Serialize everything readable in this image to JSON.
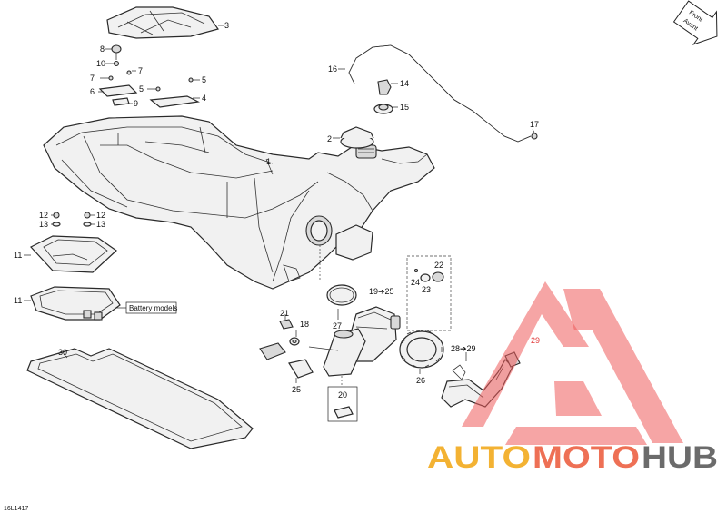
{
  "diagram_id": "16L1417",
  "direction_label": {
    "line1": "Front",
    "line2": "Avant"
  },
  "battery_label": "Battery models",
  "watermark": {
    "part1": "AUTO",
    "part2": "MOTO",
    "part3": "HUB",
    "color1": "#f3b233",
    "color2": "#ee7055",
    "color3": "#6b6b6b"
  },
  "callouts": {
    "c1": "1",
    "c2": "2",
    "c3": "3",
    "c4": "4",
    "c5a": "5",
    "c5b": "5",
    "c6": "6",
    "c7a": "7",
    "c7b": "7",
    "c8": "8",
    "c9": "9",
    "c10": "10",
    "c11a": "11",
    "c11b": "11",
    "c12a": "12",
    "c12b": "12",
    "c13a": "13",
    "c13b": "13",
    "c14": "14",
    "c15": "15",
    "c16": "16",
    "c17": "17",
    "c18": "18",
    "c19": "19➔25",
    "c20": "20",
    "c21": "21",
    "c22": "22",
    "c23": "23",
    "c24": "24",
    "c25": "25",
    "c26": "26",
    "c27": "27",
    "c28": "28➔29",
    "c29": "29",
    "c30": "30"
  }
}
